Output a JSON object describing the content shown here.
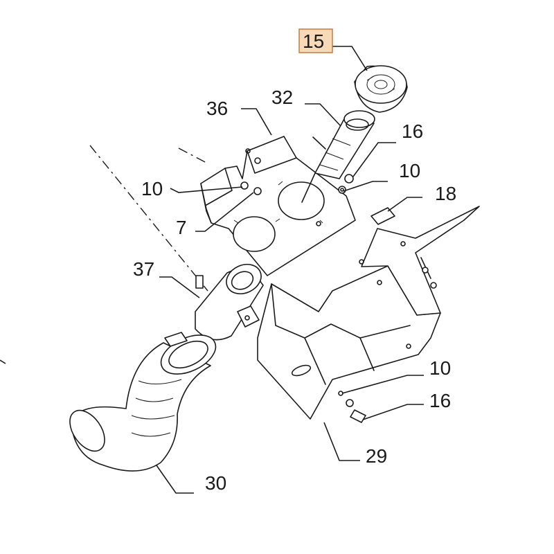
{
  "highlight_color": "#f5ef2e",
  "highlight_label_bg": "#f7d9b8",
  "callouts": [
    {
      "id": "15",
      "label": "15",
      "highlighted": true
    },
    {
      "id": "32",
      "label": "32"
    },
    {
      "id": "36",
      "label": "36"
    },
    {
      "id": "16a",
      "label": "16"
    },
    {
      "id": "10a",
      "label": "10"
    },
    {
      "id": "10b",
      "label": "10"
    },
    {
      "id": "18",
      "label": "18"
    },
    {
      "id": "7",
      "label": "7"
    },
    {
      "id": "37",
      "label": "37"
    },
    {
      "id": "10c",
      "label": "10"
    },
    {
      "id": "16b",
      "label": "16"
    },
    {
      "id": "29",
      "label": "29"
    },
    {
      "id": "30",
      "label": "30"
    }
  ]
}
